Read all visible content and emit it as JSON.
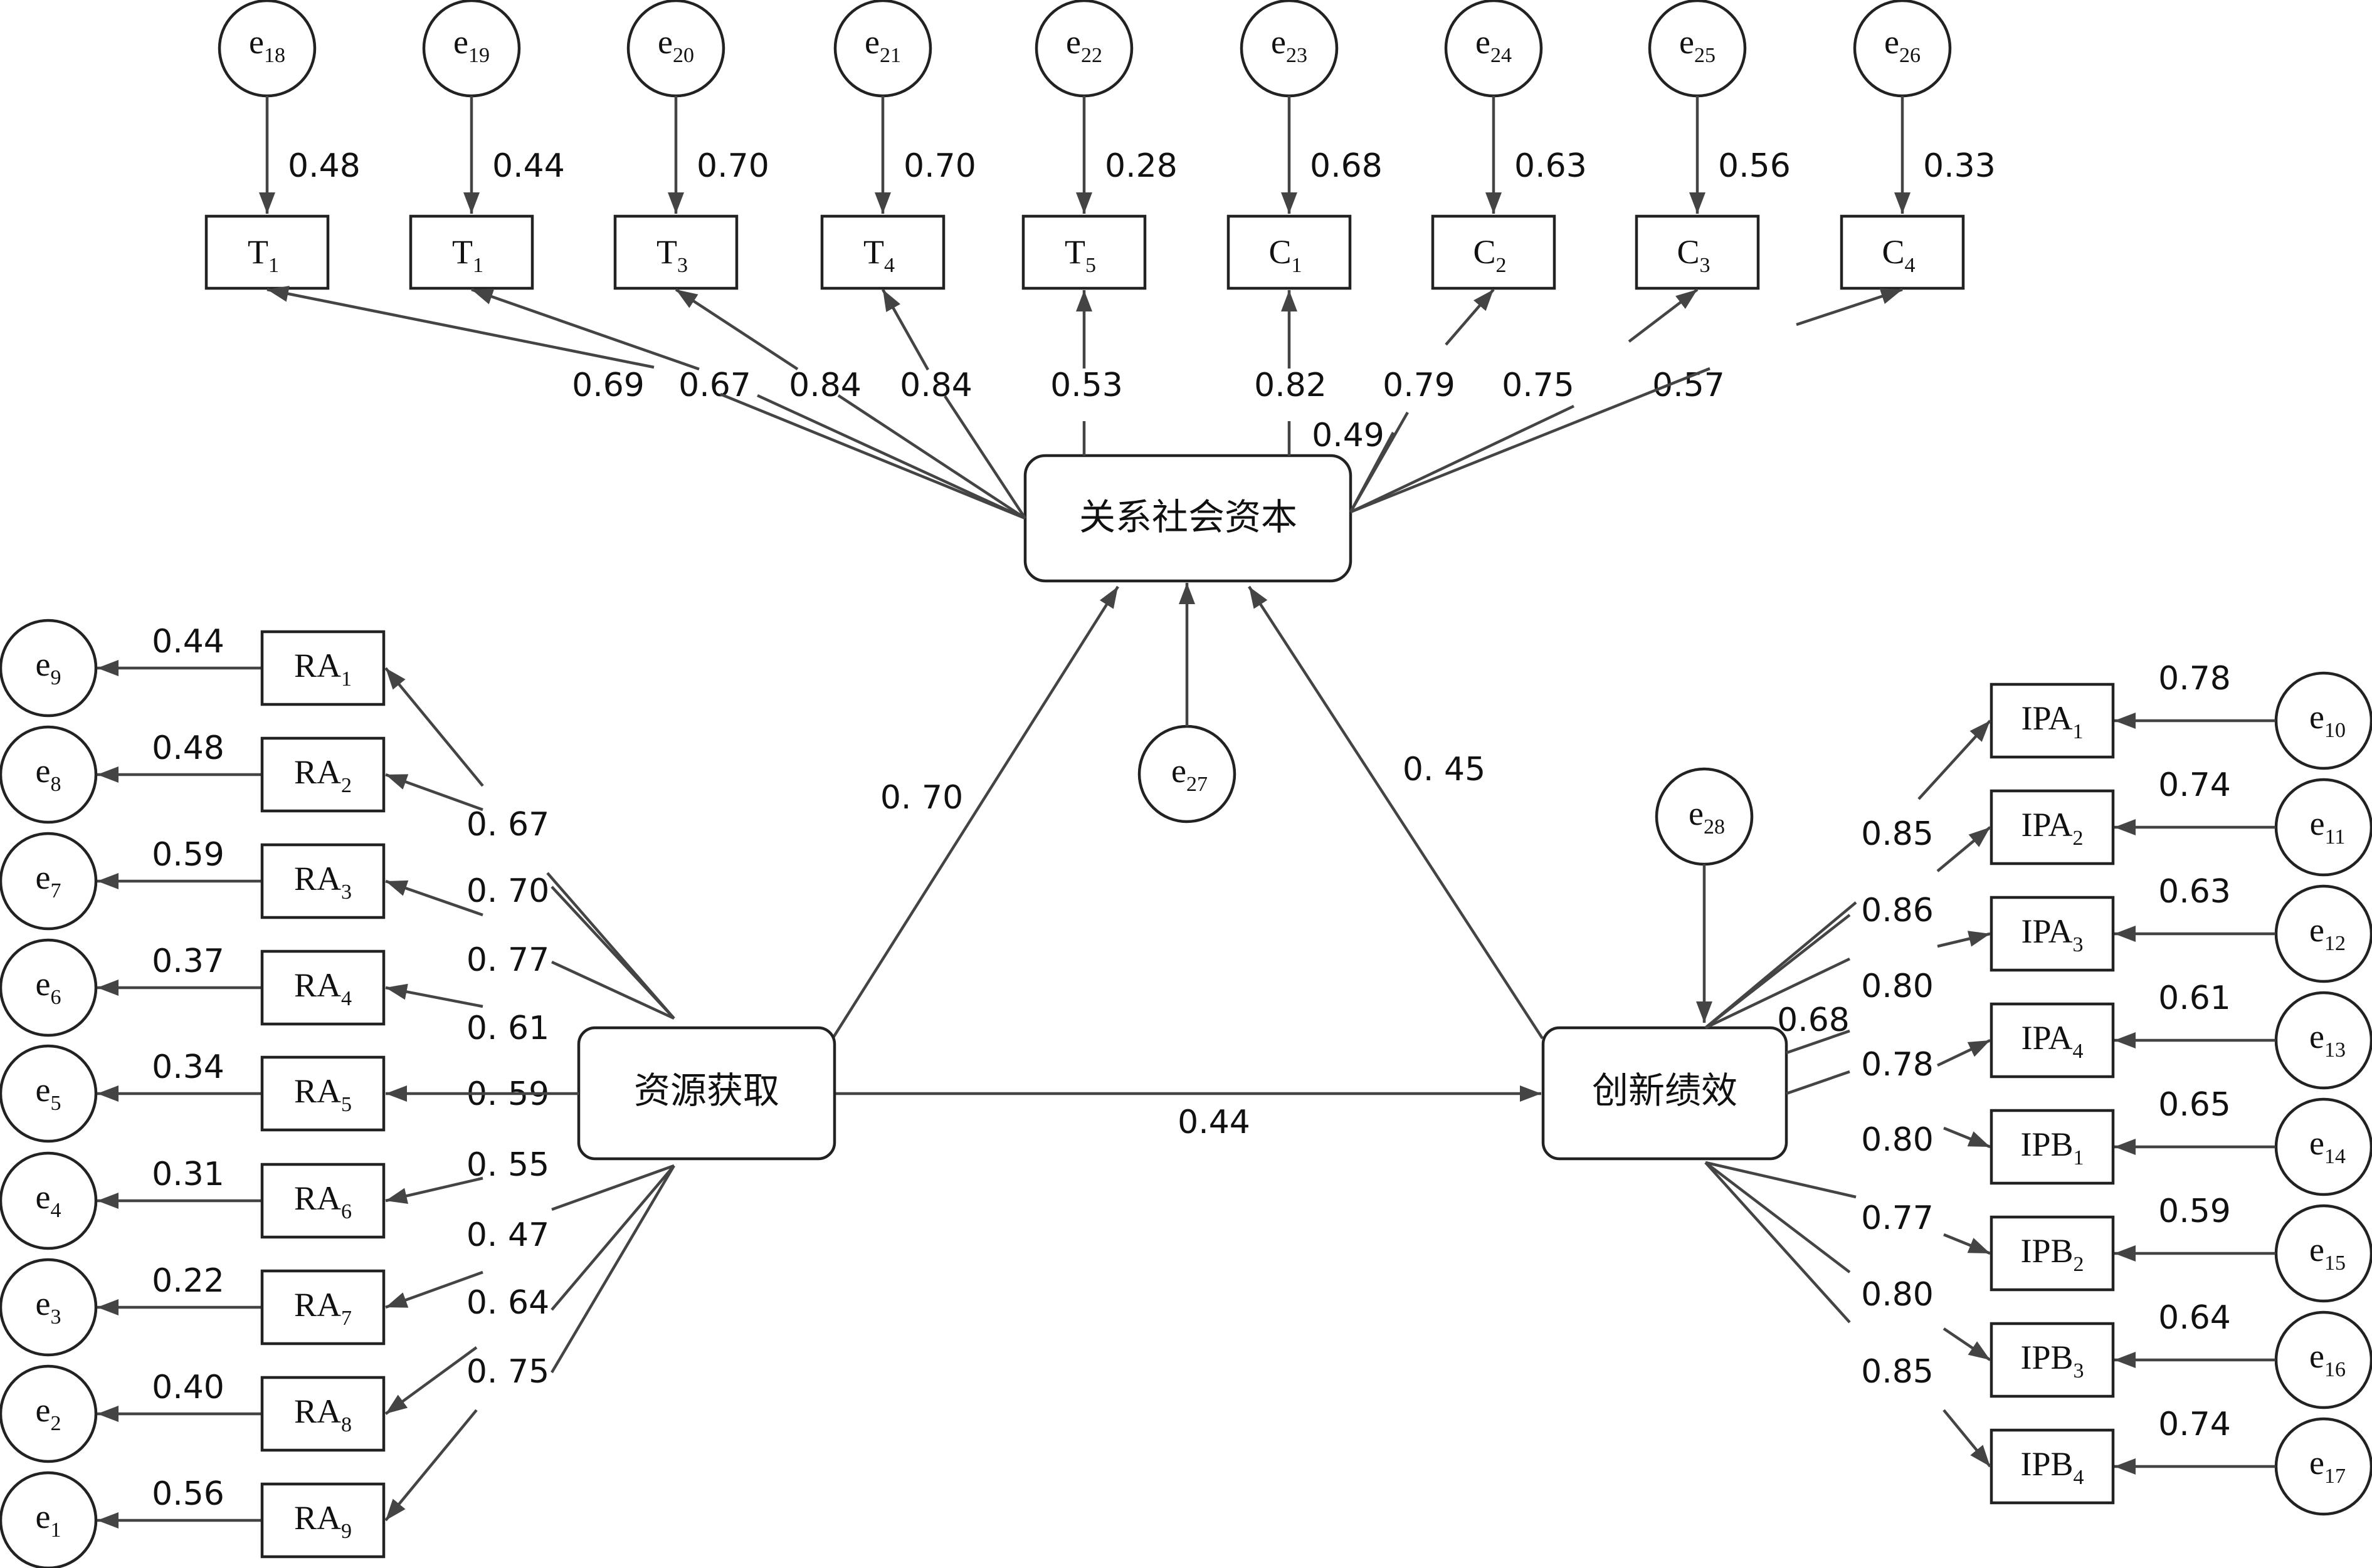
{
  "latent": {
    "social": "关系社会资本",
    "resource": "资源获取",
    "innov": "创新绩效"
  },
  "structural": {
    "res_to_soc": "0. 70",
    "inn_to_soc": "0. 45",
    "res_to_inn": "0.44"
  },
  "social_capital": {
    "items": [
      {
        "base": "T",
        "sub": "1",
        "err_base": "e",
        "err_sub": "18",
        "err_w": "0.48",
        "load": "0.69"
      },
      {
        "base": "T",
        "sub": "1",
        "err_base": "e",
        "err_sub": "19",
        "err_w": "0.44",
        "load": "0.67"
      },
      {
        "base": "T",
        "sub": "3",
        "err_base": "e",
        "err_sub": "20",
        "err_w": "0.70",
        "load": "0.84"
      },
      {
        "base": "T",
        "sub": "4",
        "err_base": "e",
        "err_sub": "21",
        "err_w": "0.70",
        "load": "0.84"
      },
      {
        "base": "T",
        "sub": "5",
        "err_base": "e",
        "err_sub": "22",
        "err_w": "0.28",
        "load": "0.53"
      },
      {
        "base": "C",
        "sub": "1",
        "err_base": "e",
        "err_sub": "23",
        "err_w": "0.68",
        "load": "0.82"
      },
      {
        "base": "C",
        "sub": "2",
        "err_base": "e",
        "err_sub": "24",
        "err_w": "0.63",
        "load": "0.79"
      },
      {
        "base": "C",
        "sub": "3",
        "err_base": "e",
        "err_sub": "25",
        "err_w": "0.56",
        "load": "0.75"
      },
      {
        "base": "C",
        "sub": "4",
        "err_base": "e",
        "err_sub": "26",
        "err_w": "0.33",
        "load": "0.57"
      }
    ],
    "disturbance": {
      "base": "e",
      "sub": "27"
    },
    "extra_label": "0.49"
  },
  "resource_acq": {
    "items": [
      {
        "base": "RA",
        "sub": "1",
        "err_base": "e",
        "err_sub": "9",
        "err_w": "0.44",
        "load": "0. 67"
      },
      {
        "base": "RA",
        "sub": "2",
        "err_base": "e",
        "err_sub": "8",
        "err_w": "0.48",
        "load": "0. 70"
      },
      {
        "base": "RA",
        "sub": "3",
        "err_base": "e",
        "err_sub": "7",
        "err_w": "0.59",
        "load": "0. 77"
      },
      {
        "base": "RA",
        "sub": "4",
        "err_base": "e",
        "err_sub": "6",
        "err_w": "0.37",
        "load": "0. 61"
      },
      {
        "base": "RA",
        "sub": "5",
        "err_base": "e",
        "err_sub": "5",
        "err_w": "0.34",
        "load": "0. 59"
      },
      {
        "base": "RA",
        "sub": "6",
        "err_base": "e",
        "err_sub": "4",
        "err_w": "0.31",
        "load": "0. 55"
      },
      {
        "base": "RA",
        "sub": "7",
        "err_base": "e",
        "err_sub": "3",
        "err_w": "0.22",
        "load": "0. 47"
      },
      {
        "base": "RA",
        "sub": "8",
        "err_base": "e",
        "err_sub": "2",
        "err_w": "0.40",
        "load": "0. 64"
      },
      {
        "base": "RA",
        "sub": "9",
        "err_base": "e",
        "err_sub": "1",
        "err_w": "0.56",
        "load": "0. 75"
      }
    ]
  },
  "innovation": {
    "items": [
      {
        "base": "IPA",
        "sub": "1",
        "err_base": "e",
        "err_sub": "10",
        "err_w": "0.78",
        "load": "0.85"
      },
      {
        "base": "IPA",
        "sub": "2",
        "err_base": "e",
        "err_sub": "11",
        "err_w": "0.74",
        "load": "0.86"
      },
      {
        "base": "IPA",
        "sub": "3",
        "err_base": "e",
        "err_sub": "12",
        "err_w": "0.63",
        "load": "0.80"
      },
      {
        "base": "IPA",
        "sub": "4",
        "err_base": "e",
        "err_sub": "13",
        "err_w": "0.61",
        "load": "0.78"
      },
      {
        "base": "IPB",
        "sub": "1",
        "err_base": "e",
        "err_sub": "14",
        "err_w": "0.65",
        "load": "0.80"
      },
      {
        "base": "IPB",
        "sub": "2",
        "err_base": "e",
        "err_sub": "15",
        "err_w": "0.59",
        "load": "0.77"
      },
      {
        "base": "IPB",
        "sub": "3",
        "err_base": "e",
        "err_sub": "16",
        "err_w": "0.64",
        "load": "0.80"
      },
      {
        "base": "IPB",
        "sub": "4",
        "err_base": "e",
        "err_sub": "17",
        "err_w": "0.74",
        "load": "0.85"
      }
    ],
    "disturbance": {
      "base": "e",
      "sub": "28"
    },
    "extra_label": "0.68"
  }
}
